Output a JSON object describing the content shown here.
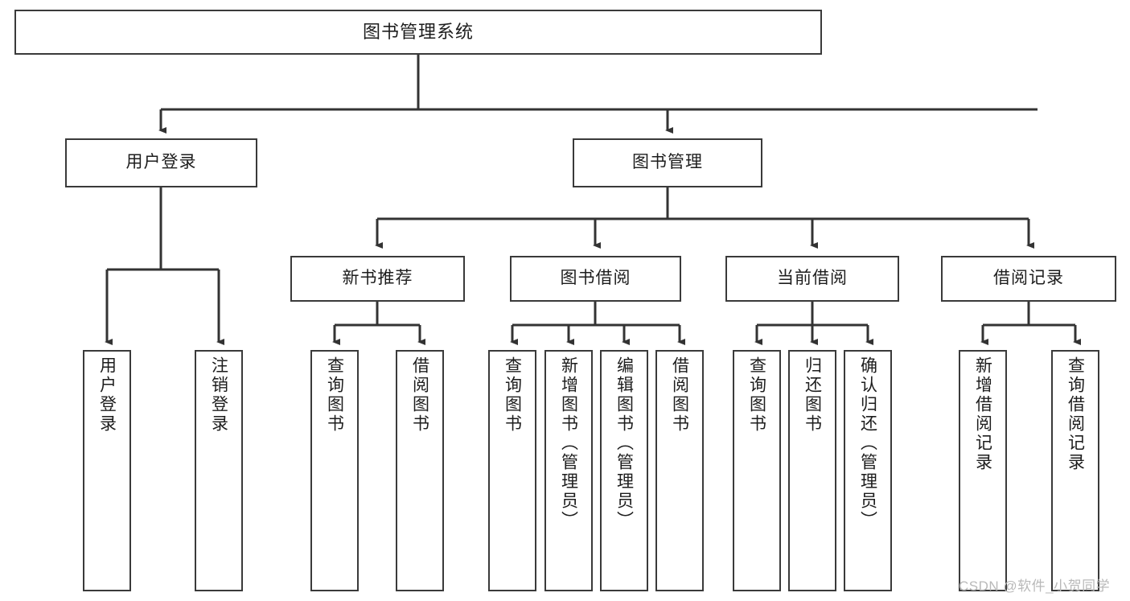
{
  "diagram": {
    "title": "图书管理系统",
    "type": "hierarchy-tree",
    "watermark": "CSDN @软件_小贺同学",
    "colors": {
      "box_border": "#3a3a3a",
      "connector": "#333333",
      "background": "#ffffff",
      "text": "#1d1d1d",
      "watermark": "#b9b9b9"
    }
  },
  "nodes": {
    "root": {
      "label": "图书管理系统"
    },
    "level2": [
      {
        "label": "用户登录"
      },
      {
        "label": "图书管理"
      }
    ],
    "level3": [
      {
        "label": "新书推荐"
      },
      {
        "label": "图书借阅"
      },
      {
        "label": "当前借阅"
      },
      {
        "label": "借阅记录"
      }
    ],
    "leaves": {
      "user_login": [
        {
          "label": "用户登录"
        },
        {
          "label": "注销登录"
        }
      ],
      "new_book_recommend": [
        {
          "label": "查询图书"
        },
        {
          "label": "借阅图书"
        }
      ],
      "book_borrow": [
        {
          "label": "查询图书"
        },
        {
          "label": "新增图书（管理员）"
        },
        {
          "label": "编辑图书（管理员）"
        },
        {
          "label": "借阅图书"
        }
      ],
      "current_borrow": [
        {
          "label": "查询图书"
        },
        {
          "label": "归还图书"
        },
        {
          "label": "确认归还（管理员）"
        }
      ],
      "borrow_record": [
        {
          "label": "新增借阅记录"
        },
        {
          "label": "查询借阅记录"
        }
      ]
    }
  }
}
